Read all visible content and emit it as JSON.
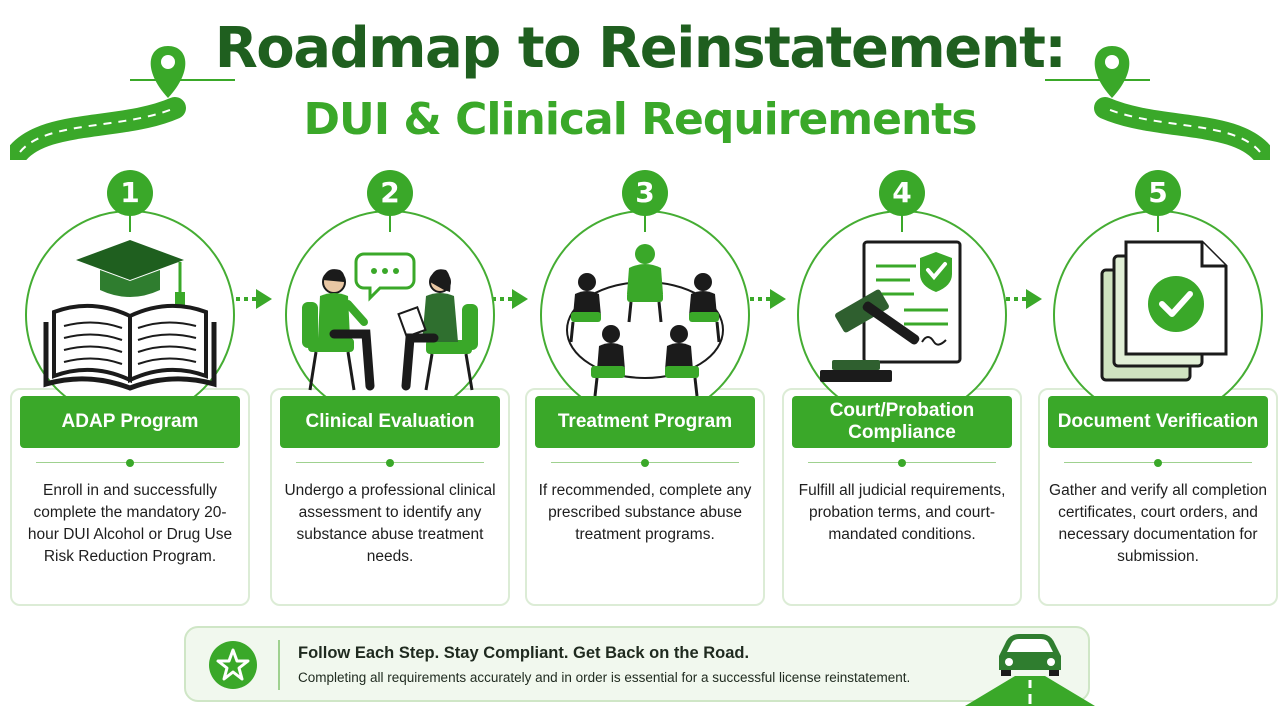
{
  "title": "Roadmap to Reinstatement:",
  "subtitle": "DUI & Clinical Requirements",
  "colors": {
    "primary": "#3aa829",
    "dark": "#1f5f1f",
    "ink": "#1b1b1b"
  },
  "steps": [
    {
      "number": "1",
      "label": "ADAP Program",
      "icon": "graduation-book-icon",
      "description": "Enroll in and successfully complete the mandatory 20-hour DUI Alcohol or Drug Use Risk Reduction Program."
    },
    {
      "number": "2",
      "label": "Clinical Evaluation",
      "icon": "clinical-interview-icon",
      "description": "Undergo a professional clinical assessment to identify any substance abuse treatment needs."
    },
    {
      "number": "3",
      "label": "Treatment Program",
      "icon": "group-therapy-icon",
      "description": "If recommended, complete any prescribed substance abuse treatment programs."
    },
    {
      "number": "4",
      "label": "Court/Probation Compliance",
      "icon": "gavel-document-icon",
      "description": "Fulfill all judicial requirements, probation terms, and court-mandated conditions."
    },
    {
      "number": "5",
      "label": "Document Verification",
      "icon": "verified-documents-icon",
      "description": "Gather and verify all completion certificates, court orders, and necessary documentation for submission."
    }
  ],
  "footer": {
    "title": "Follow Each Step. Stay Compliant. Get Back on the Road.",
    "text": "Completing all requirements accurately and in order is essential for a successful license reinstatement.",
    "icon": "star-icon",
    "decor_icon": "car-road-icon"
  }
}
